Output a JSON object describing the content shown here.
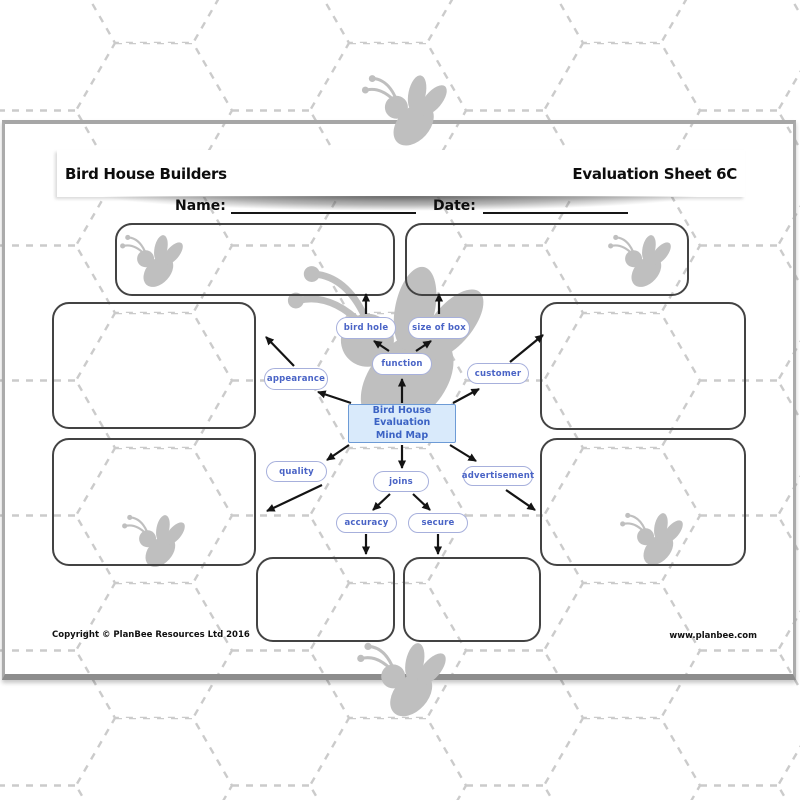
{
  "header": {
    "course_title": "Bird House Builders",
    "sheet_title": "Evaluation Sheet 6C"
  },
  "fields": {
    "name_label": "Name:",
    "date_label": "Date:"
  },
  "mindmap": {
    "center": {
      "line1": "Bird House Evaluation",
      "line2": "Mind Map"
    },
    "nodes": [
      {
        "id": "bird-hole",
        "label": "bird hole"
      },
      {
        "id": "size-of-box",
        "label": "size of box"
      },
      {
        "id": "function",
        "label": "function"
      },
      {
        "id": "appearance",
        "label": "appearance"
      },
      {
        "id": "customer",
        "label": "customer"
      },
      {
        "id": "quality",
        "label": "quality"
      },
      {
        "id": "joins",
        "label": "joins"
      },
      {
        "id": "advertisement",
        "label": "advertisement"
      },
      {
        "id": "accuracy",
        "label": "accuracy"
      },
      {
        "id": "secure",
        "label": "secure"
      }
    ]
  },
  "footer": {
    "copyright": "Copyright © PlanBee Resources Ltd 2016",
    "website": "www.planbee.com"
  },
  "colors": {
    "node_text": "#4a64c6",
    "node_border": "#a7b0dc",
    "center_fill": "#d9eafb",
    "center_border": "#6d9bd6",
    "center_text": "#3c63c4",
    "arrow": "#141414",
    "box_border": "#434343",
    "honeycomb": "#cbcbcb",
    "bee": "#bfbfbf"
  },
  "icons": {
    "bee": "bee-icon",
    "arrow": "arrow-connector"
  }
}
